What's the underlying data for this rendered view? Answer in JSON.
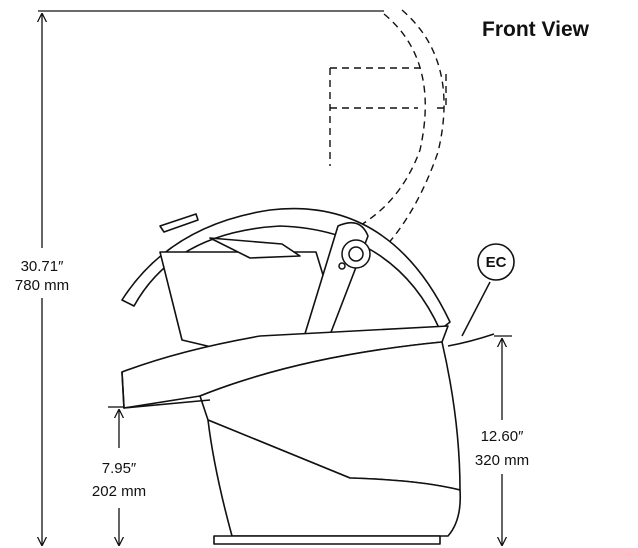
{
  "title": "Front View",
  "dimensions": {
    "overall_height_in": "30.71″",
    "overall_height_mm": "780 mm",
    "lower_height_in": "7.95″",
    "lower_height_mm": "202 mm",
    "side_height_in": "12.60″",
    "side_height_mm": "320 mm"
  },
  "callout": "EC",
  "colors": {
    "line": "#111111",
    "background": "#ffffff"
  }
}
